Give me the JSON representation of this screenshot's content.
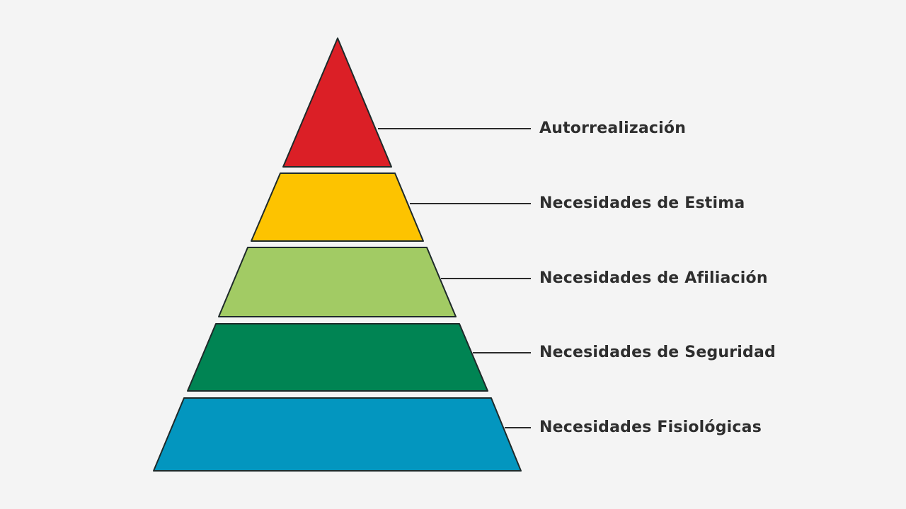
{
  "diagram": {
    "type": "pyramid",
    "background": "#f4f4f4",
    "stroke_color": "#1e2a2a",
    "levels": [
      {
        "label": "Autorrealización",
        "color": "#db1f26"
      },
      {
        "label": "Necesidades de Estima",
        "color": "#fdc300"
      },
      {
        "label": "Necesidades de Afiliación",
        "color": "#a2cb64"
      },
      {
        "label": "Necesidades de Seguridad",
        "color": "#008453"
      },
      {
        "label": "Necesidades Fisiológicas",
        "color": "#0396bf"
      }
    ]
  }
}
